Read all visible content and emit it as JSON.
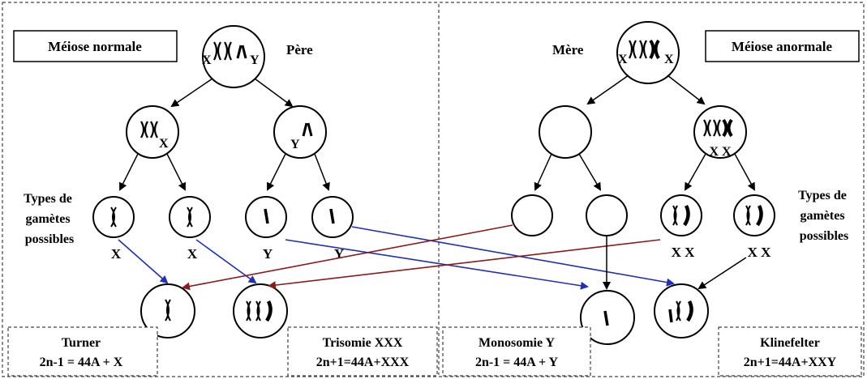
{
  "left_panel_title": "Méiose normale",
  "right_panel_title": "Méiose anormale",
  "father_label": "Père",
  "mother_label": "Mère",
  "gamete_types_left": [
    "Types de",
    "gamètes",
    "possibles"
  ],
  "gamete_types_right": [
    "Types de",
    "gamètes",
    "possibles"
  ],
  "father_cell_chrom": {
    "left": "X",
    "right": "Y"
  },
  "mother_cell_chrom": {
    "left": "X",
    "right": "X"
  },
  "father_meiosis1": {
    "left_cell": "X",
    "right_cell": "Y"
  },
  "mother_meiosis1_right": "X X",
  "father_gametes": [
    "X",
    "X",
    "Y",
    "Y"
  ],
  "mother_gametes": [
    "X X",
    "X X"
  ],
  "outcomes": [
    {
      "name": "Turner",
      "formula": "2n-1 = 44A + X"
    },
    {
      "name": "Trisomie XXX",
      "formula": "2n+1=44A+XXX"
    },
    {
      "name": "Monosomie Y",
      "formula": "2n-1 = 44A + Y"
    },
    {
      "name": "Klinefelter",
      "formula": "2n+1=44A+XXY"
    }
  ],
  "colors": {
    "blue_arrow": "#1f2fb8",
    "red_arrow": "#8b1a1a",
    "black": "#000000"
  }
}
